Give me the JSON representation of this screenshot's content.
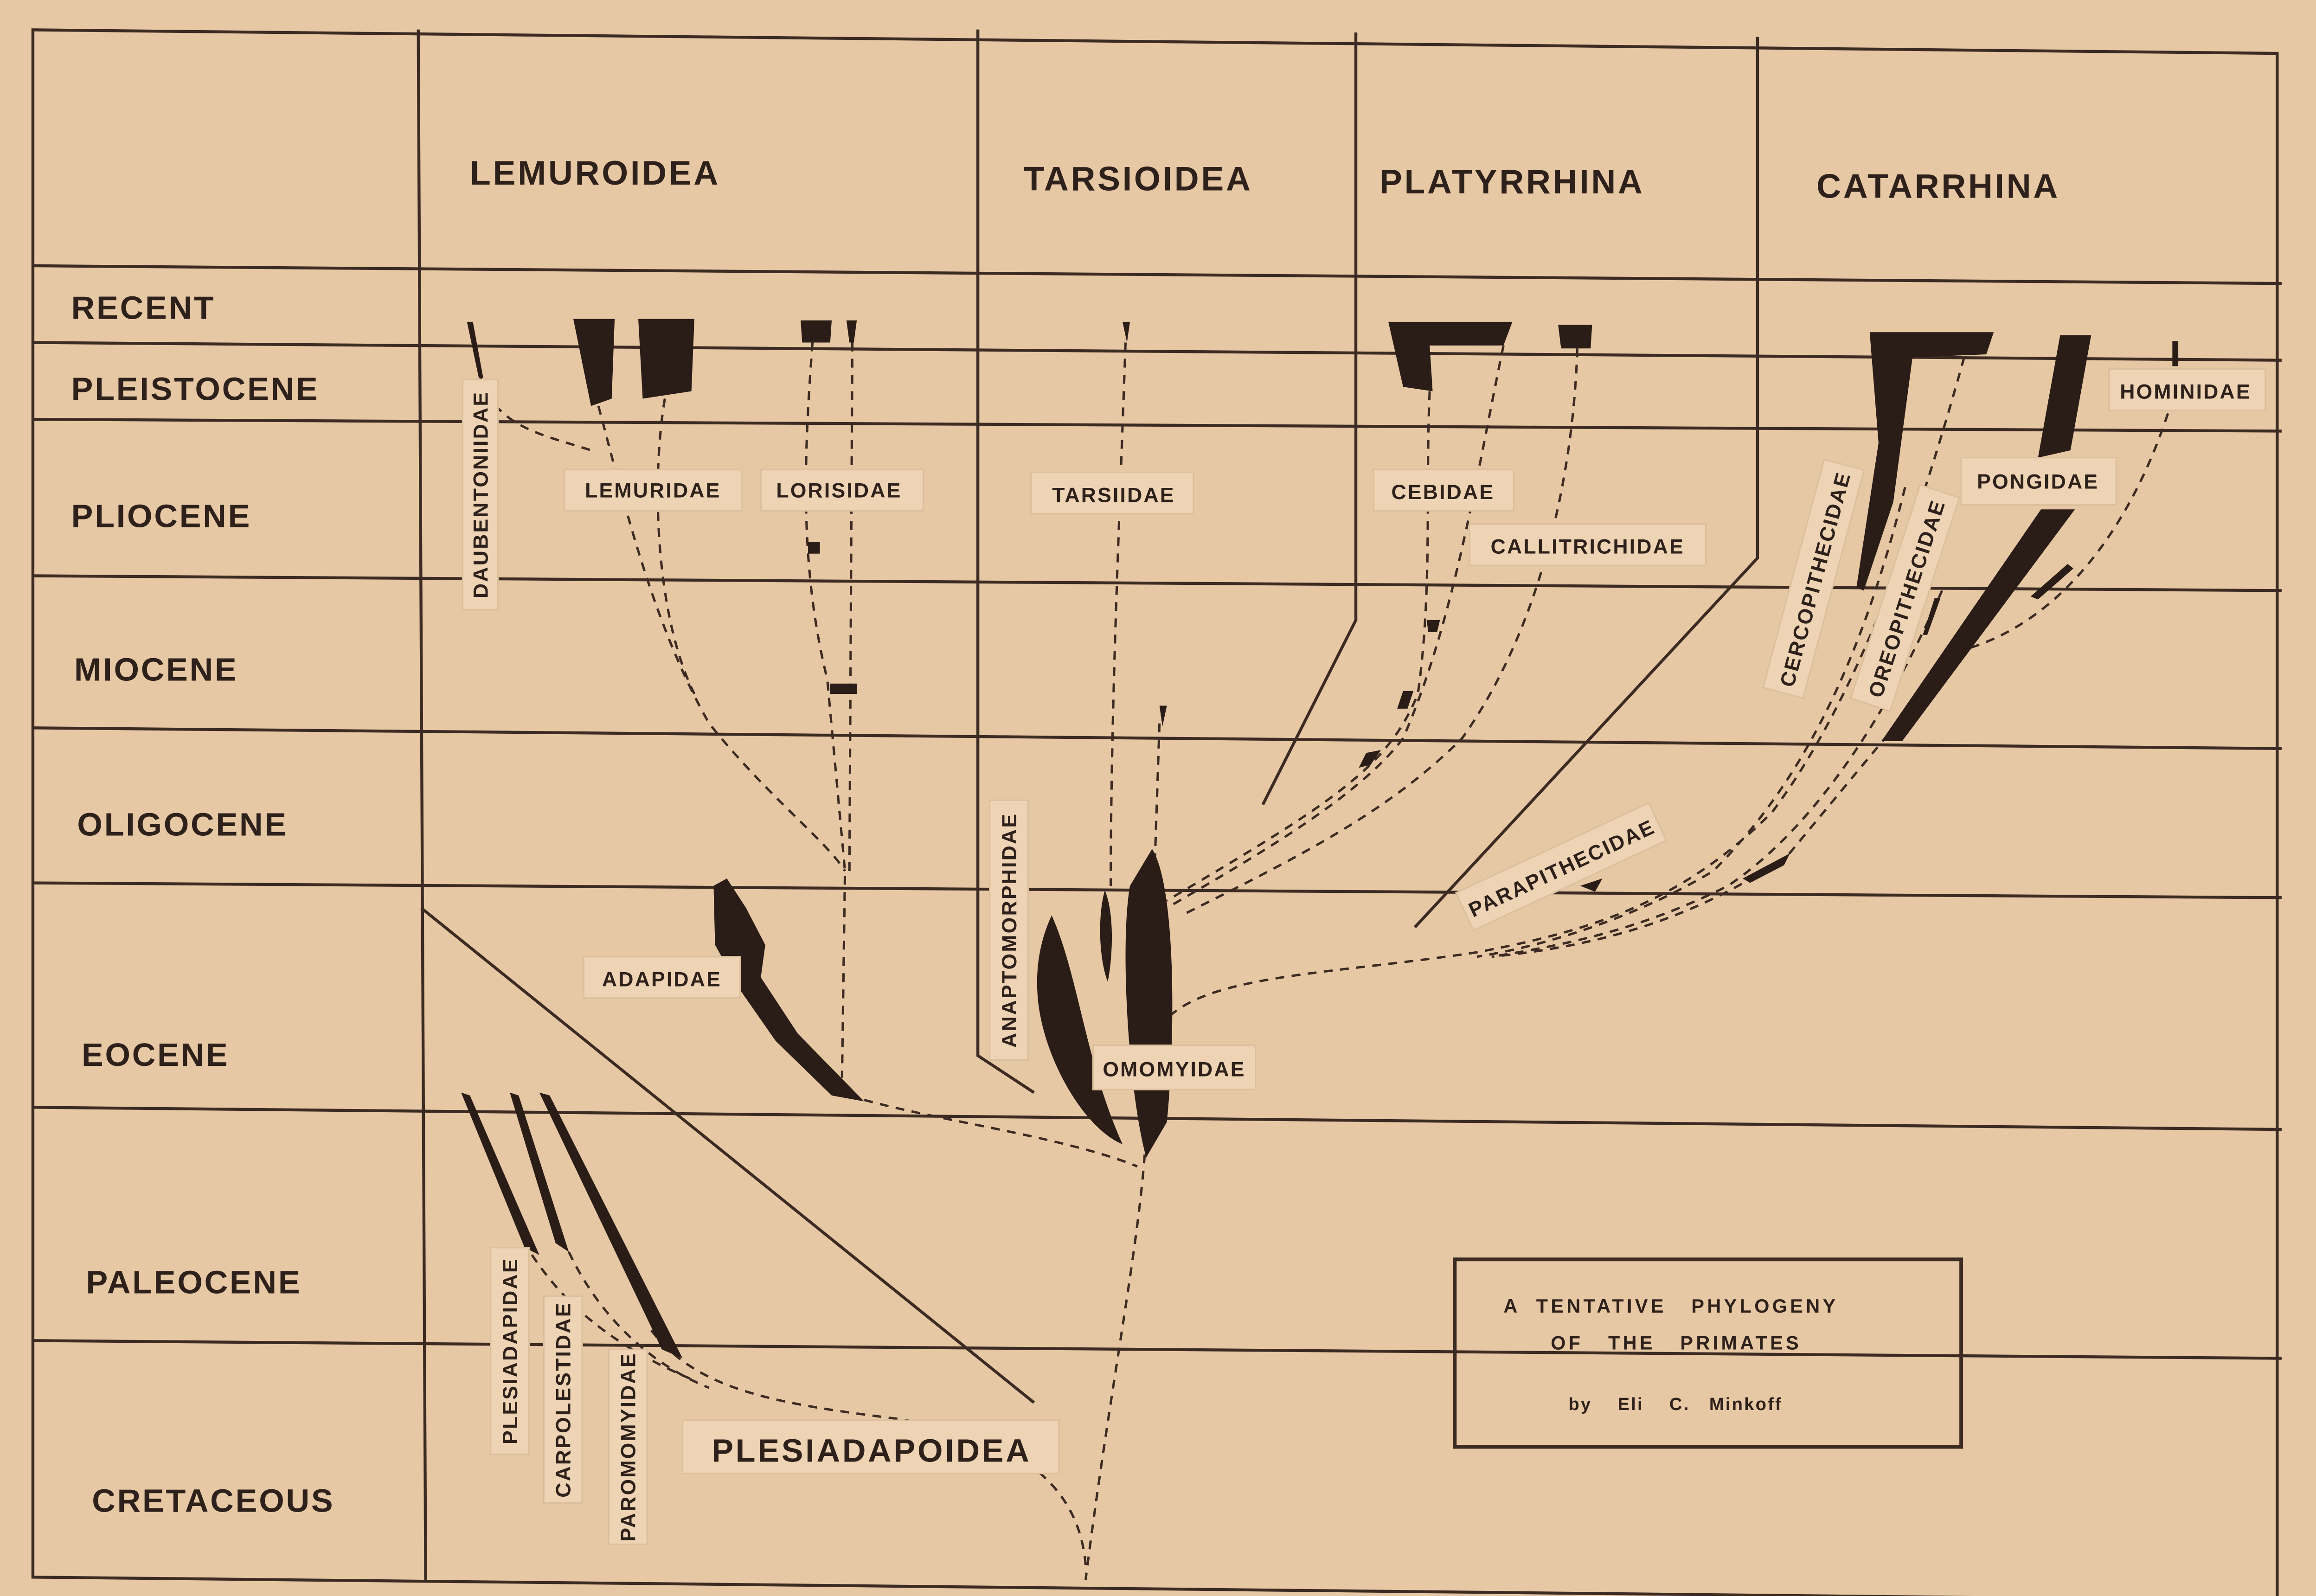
{
  "header": {
    "columns": [
      "LEMUROIDEA",
      "TARSIOIDEA",
      "PLATYRRHINA",
      "CATARRHINA"
    ]
  },
  "epochs": [
    "RECENT",
    "PLEISTOCENE",
    "PLIOCENE",
    "MIOCENE",
    "OLIGOCENE",
    "EOCENE",
    "PALEOCENE",
    "CRETACEOUS"
  ],
  "families": {
    "daubentoniidae": "DAUBENTONIIDAE",
    "lemuridae": "LEMURIDAE",
    "lorisidae": "LORISIDAE",
    "tarsiidae": "TARSIIDAE",
    "cebidae": "CEBIDAE",
    "callitrichidae": "CALLITRICHIDAE",
    "hominidae": "HOMINIDAE",
    "pongidae": "PONGIDAE",
    "cercopithecidae": "CERCOPITHECIDAE",
    "oreopithecidae": "OREOPITHECIDAE",
    "parapithecidae": "PARAPITHECIDAE",
    "adapidae": "ADAPIDAE",
    "anaptomorphidae": "ANAPTOMORPHIDAE",
    "omomyidae": "OMOMYIDAE",
    "plesiadapidae": "PLESIADAPIDAE",
    "carpolestidae": "CARPOLESTIDAE",
    "paromomyidae": "PAROMOMYIDAE"
  },
  "superfamily": "PLESIADAPOIDEA",
  "title_box": {
    "line1": "A  TENTATIVE   PHYLOGENY",
    "line2": "OF   THE   PRIMATES",
    "line3": "by    Eli    C.   Minkoff"
  },
  "colors": {
    "paper": "#e7c8a4",
    "ink": "#2a1c17"
  }
}
